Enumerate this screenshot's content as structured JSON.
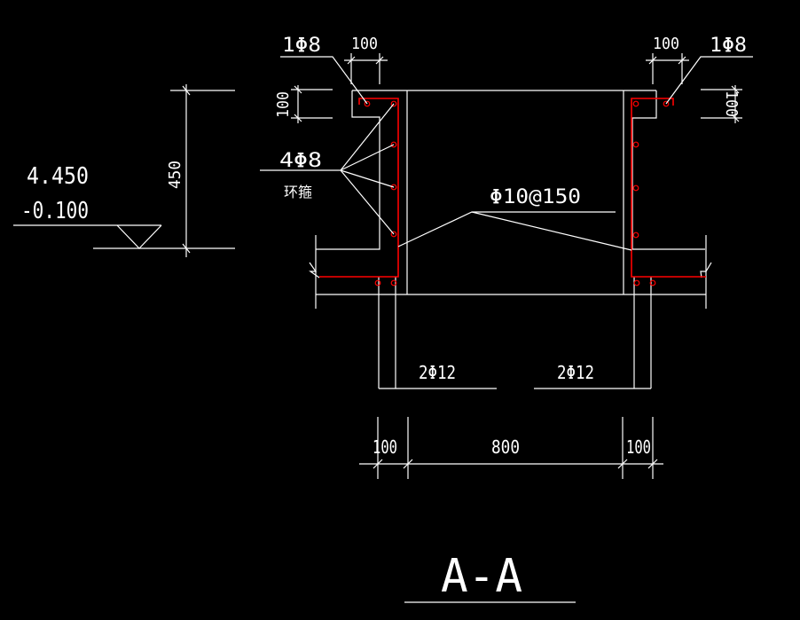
{
  "drawing": {
    "title": "A-A",
    "background": "#000000",
    "line_color": "#ffffff",
    "rebar_color": "#ff0000"
  },
  "labels": {
    "top_left_bar": "1Φ8",
    "top_left_dim": "100",
    "left_side_dim": "100",
    "top_right_dim": "100",
    "top_right_bar": "1Φ8",
    "right_side_dim": "100",
    "height_dim": "450",
    "elev_top": "4.450",
    "elev_bottom": "-0.100",
    "ring_bars": "4Φ8",
    "ring_bars_note": "环箍",
    "stirrup": "Φ10@150",
    "left_bottom_bars": "2Φ12",
    "right_bottom_bars": "2Φ12",
    "bottom_dim_left": "100",
    "bottom_dim_mid": "800",
    "bottom_dim_right": "100"
  }
}
